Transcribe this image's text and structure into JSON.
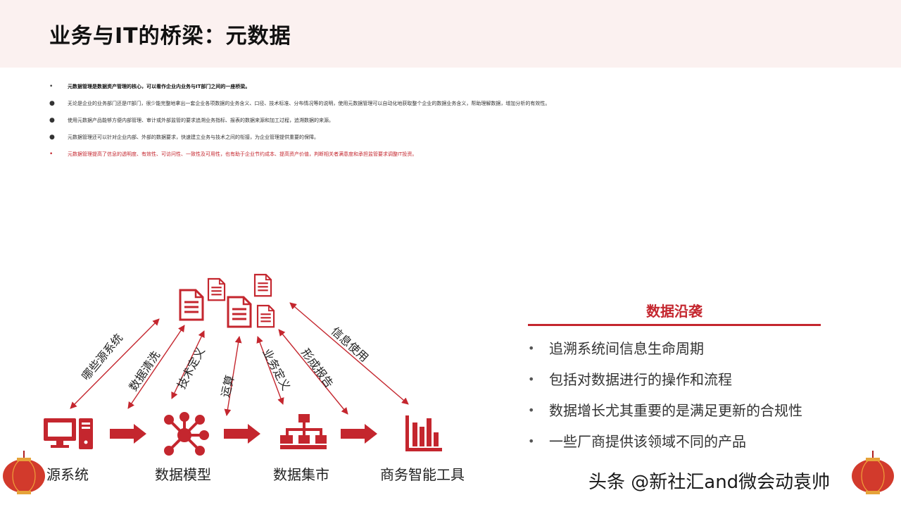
{
  "header": {
    "title": "业务与IT的桥梁：元数据"
  },
  "bullets": [
    {
      "text": "元数据管理是数据资产管理的核心，可以看作企业内业务与IT部门之间的一座桥梁。",
      "style": "bold"
    },
    {
      "text": "无论是企业的业务部门还是IT部门，很少能完整地拿出一套企业各项数据的业务含义、口径、技术标准、分布情况等的说明，使用元数据管理可以自动化地获取整个企业的数据业务含义，帮助理解数据，增加分析的有效性。",
      "style": "normal"
    },
    {
      "text": "使用元数据产品能够方便内部管理、审计或外部监管的要求追溯业务指标、报表的数据来源和加工过程，追溯数据的来源。",
      "style": "normal"
    },
    {
      "text": "元数据管理还可以针对企业内部、外部的数据要求，快速建立业务与技术之间的衔接，为企业管理提供重要的保障。",
      "style": "normal"
    },
    {
      "text": "元数据管理提高了信息的透明度、有效性、可访问性、一致性及可用性，也有助于企业节约成本、提高资产价值，判断相关者满意度和承担监管要求调整IT投资。",
      "style": "red"
    }
  ],
  "diagram": {
    "nodes": [
      {
        "id": "source",
        "label": "源系统",
        "icon": "computer-icon"
      },
      {
        "id": "model",
        "label": "数据模型",
        "icon": "network-icon"
      },
      {
        "id": "mart",
        "label": "数据集市",
        "icon": "hierarchy-icon"
      },
      {
        "id": "bi",
        "label": "商务智能工具",
        "icon": "bar-chart-icon"
      }
    ],
    "edge_labels": [
      "哪些源系统",
      "数据清洗",
      "技术定义",
      "运算",
      "业务定义",
      "形成报告",
      "信息使用"
    ],
    "center_icon": "documents-icon"
  },
  "lineage": {
    "title": "数据沿袭",
    "items": [
      "追溯系统间信息生命周期",
      "包括对数据进行的操作和流程",
      "数据增长尤其重要的是满足更新的合规性",
      "一些厂商提供该领域不同的产品"
    ]
  },
  "watermark": "头条 @新社汇and微会动袁帅",
  "colors": {
    "accent": "#c4262e",
    "header_bg": "#fbf1f0"
  }
}
